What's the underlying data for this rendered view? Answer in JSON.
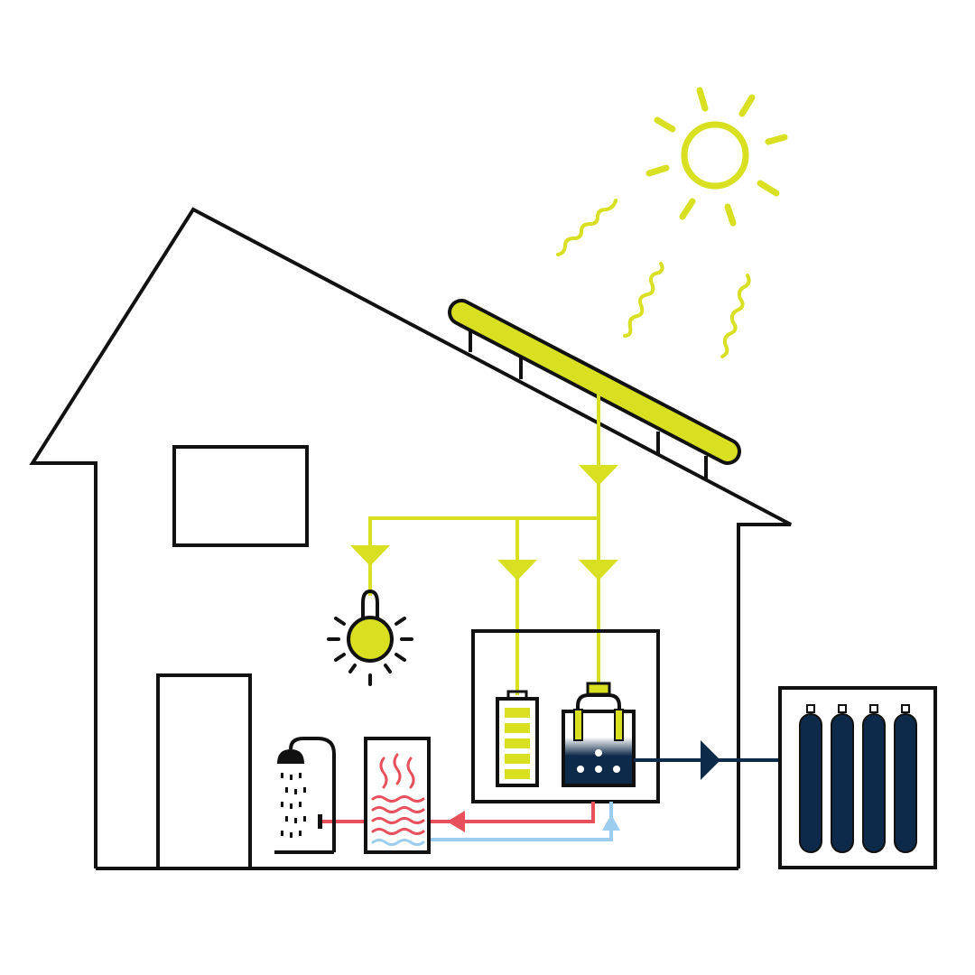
{
  "colors": {
    "outline": "#111111",
    "solar": "#d8e021",
    "hydrogen": "#0e2a4a",
    "hot_water": "#e8505b",
    "cold_water": "#9ccdee",
    "background": "#ffffff"
  },
  "diagram": {
    "icons": [
      "sun-icon",
      "solar-panel-icon",
      "light-bulb-icon",
      "battery-icon",
      "electrolyzer-icon",
      "hydrogen-storage-tanks-icon",
      "hot-water-tank-icon",
      "shower-icon",
      "house-icon",
      "window-icon",
      "door-icon"
    ],
    "flows": [
      {
        "from": "solar-panel",
        "to": "light-bulb",
        "type": "electricity"
      },
      {
        "from": "solar-panel",
        "to": "battery",
        "type": "electricity"
      },
      {
        "from": "solar-panel",
        "to": "electrolyzer",
        "type": "electricity"
      },
      {
        "from": "electrolyzer",
        "to": "hydrogen-storage-tanks",
        "type": "hydrogen"
      },
      {
        "from": "electrolyzer",
        "to": "hot-water-tank",
        "type": "hot-water"
      },
      {
        "from": "hot-water-tank",
        "to": "electrolyzer",
        "type": "cold-water"
      },
      {
        "from": "hot-water-tank",
        "to": "shower",
        "type": "hot-water"
      }
    ],
    "battery_level": 1.0,
    "hydrogen_tank_count": 4
  }
}
